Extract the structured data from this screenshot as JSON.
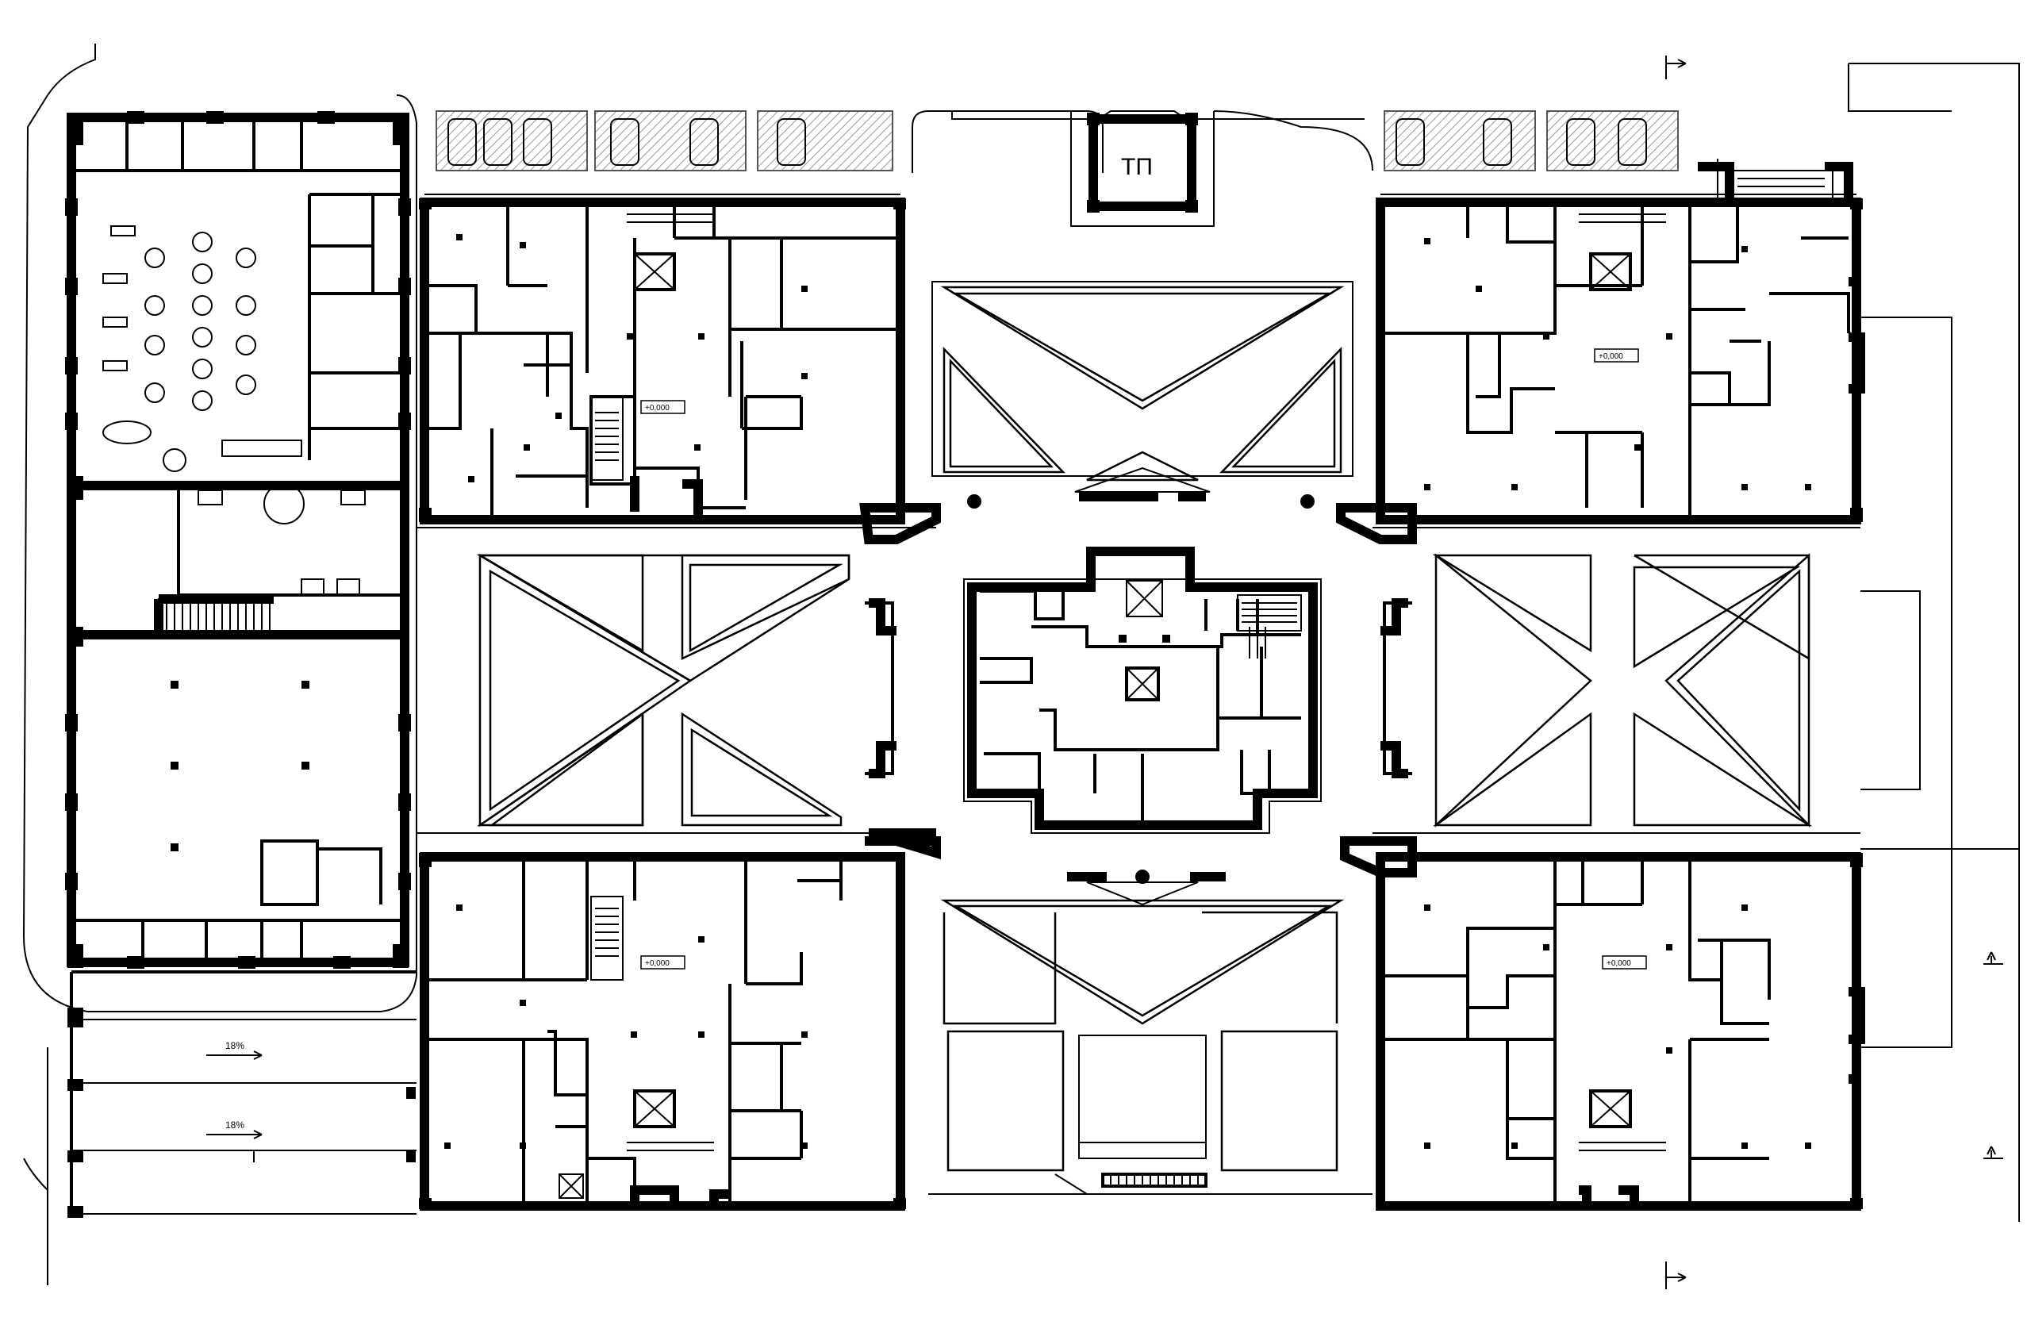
{
  "drawing": {
    "substation_label": "ТП",
    "level_marks": [
      "+0,000",
      "+0,000",
      "+0,000",
      "+0,000"
    ],
    "ramp_slopes": [
      "18%",
      "18%"
    ],
    "colors": {
      "line": "#000000",
      "background": "#ffffff",
      "hatch": "#9a9a9a"
    },
    "icons": [
      "section-arrow-icon",
      "column-icon",
      "elevator-icon",
      "stair-icon",
      "table-icon",
      "car-icon"
    ]
  }
}
